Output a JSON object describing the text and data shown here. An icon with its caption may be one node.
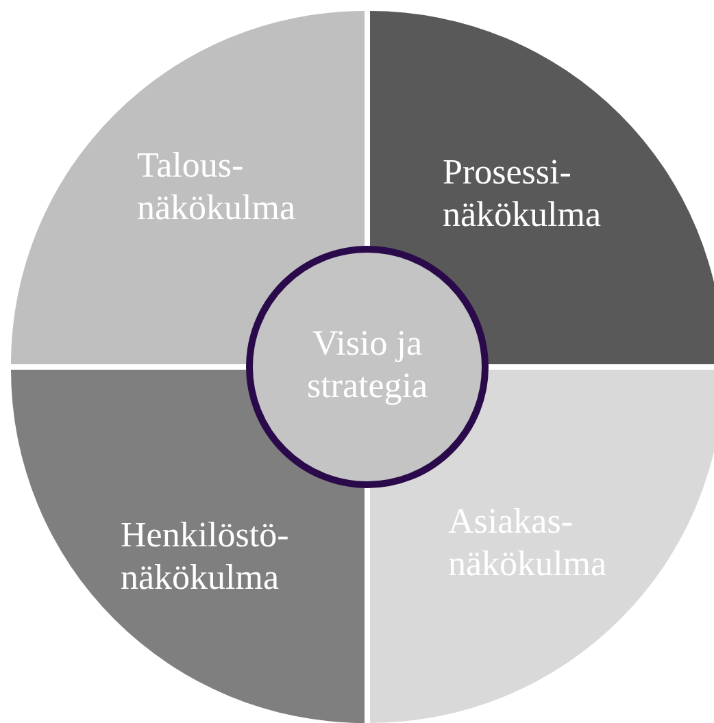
{
  "diagram": {
    "nodes": [
      {
        "text": [
          "Talous- näkökulma"
        ]
      },
      {
        "text": [
          "Prosessi- näkökulma"
        ]
      },
      {
        "text": [
          "Visio ja strategia"
        ]
      },
      {
        "text": [
          "Henkilöstö- näkökulma"
        ]
      },
      {
        "text": [
          "Asiakas- näkökulma"
        ]
      }
    ],
    "edges": []
  }
}
